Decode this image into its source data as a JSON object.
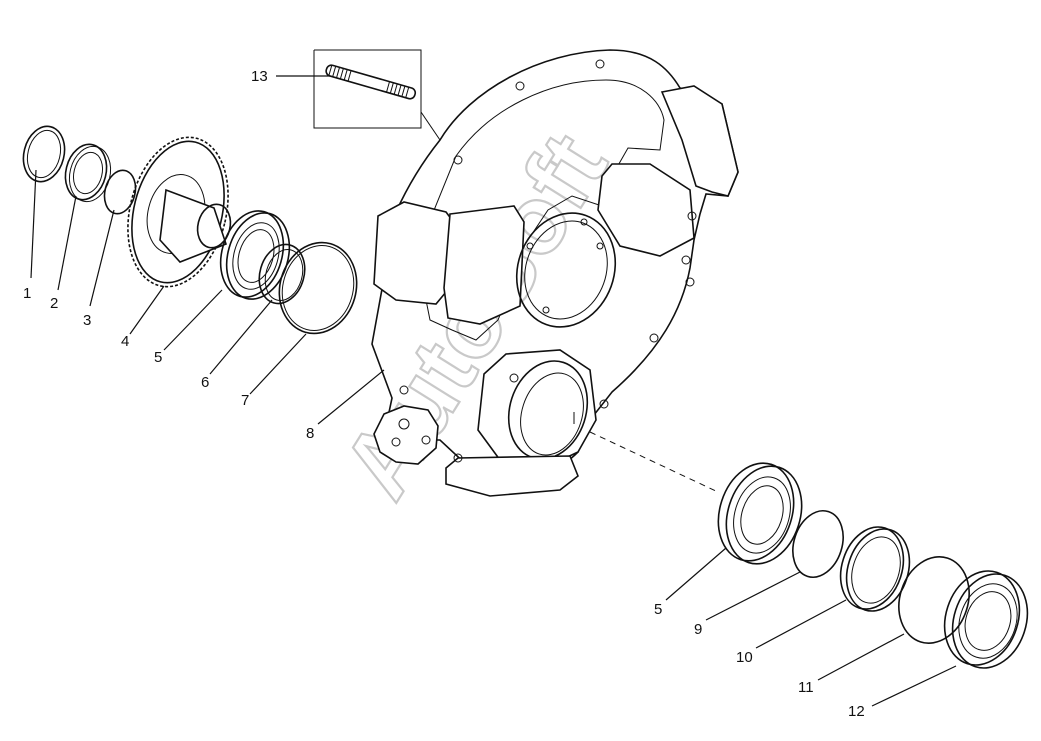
{
  "callouts": {
    "c1": "1",
    "c2": "2",
    "c3": "3",
    "c4": "4",
    "c5a": "5",
    "c6": "6",
    "c7": "7",
    "c8": "8",
    "c5b": "5",
    "c9": "9",
    "c10": "10",
    "c11": "11",
    "c12": "12",
    "c13": "13"
  },
  "watermark": "AutoSoft"
}
